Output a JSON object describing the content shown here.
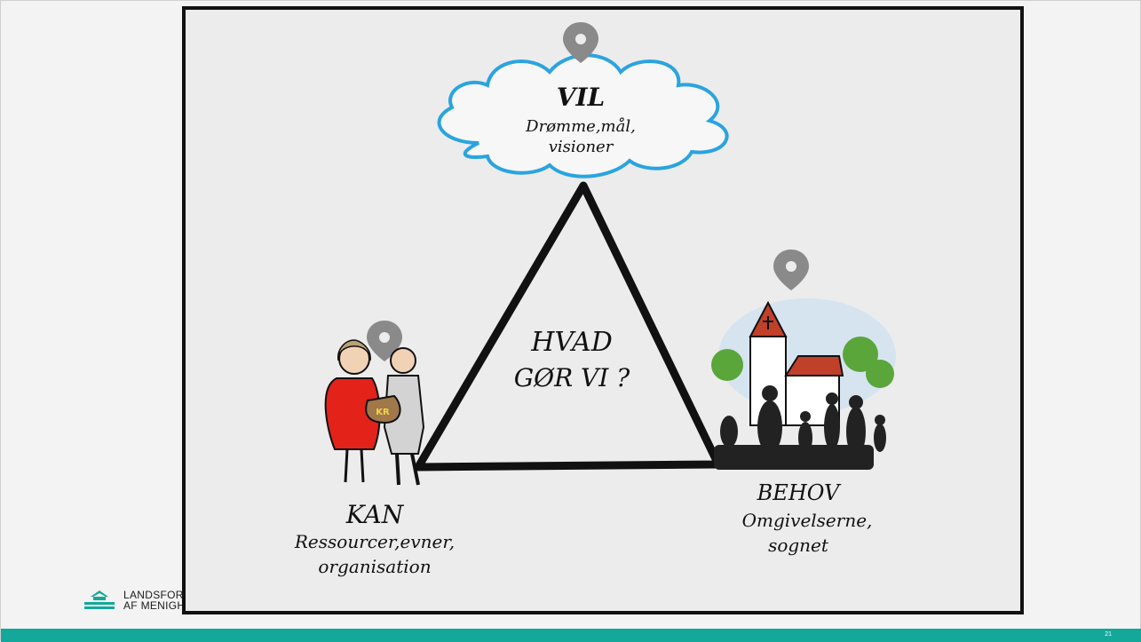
{
  "diagram": {
    "center": {
      "line1": "HVAD",
      "line2": "GØR VI ?"
    },
    "top": {
      "title": "VIL",
      "line1": "Drømme,mål,",
      "line2": "visioner"
    },
    "left": {
      "title": "KAN",
      "line1": "Ressourcer,evner,",
      "line2": "organisation",
      "bag_label": "KR"
    },
    "right": {
      "title": "BEHOV",
      "line1": "Omgivelserne,",
      "line2": "sognet"
    }
  },
  "logo": {
    "line1": "LANDSFORENINGEN",
    "line2": "AF MENIGHEDSRÅD"
  },
  "footer": {
    "page_number": "21"
  },
  "colors": {
    "accent": "#14a89b",
    "cloud": "#2aa4e0",
    "pin": "#8a8a8a",
    "woman_dress": "#e32219",
    "roof": "#c0402a",
    "tree": "#5aa63a"
  }
}
